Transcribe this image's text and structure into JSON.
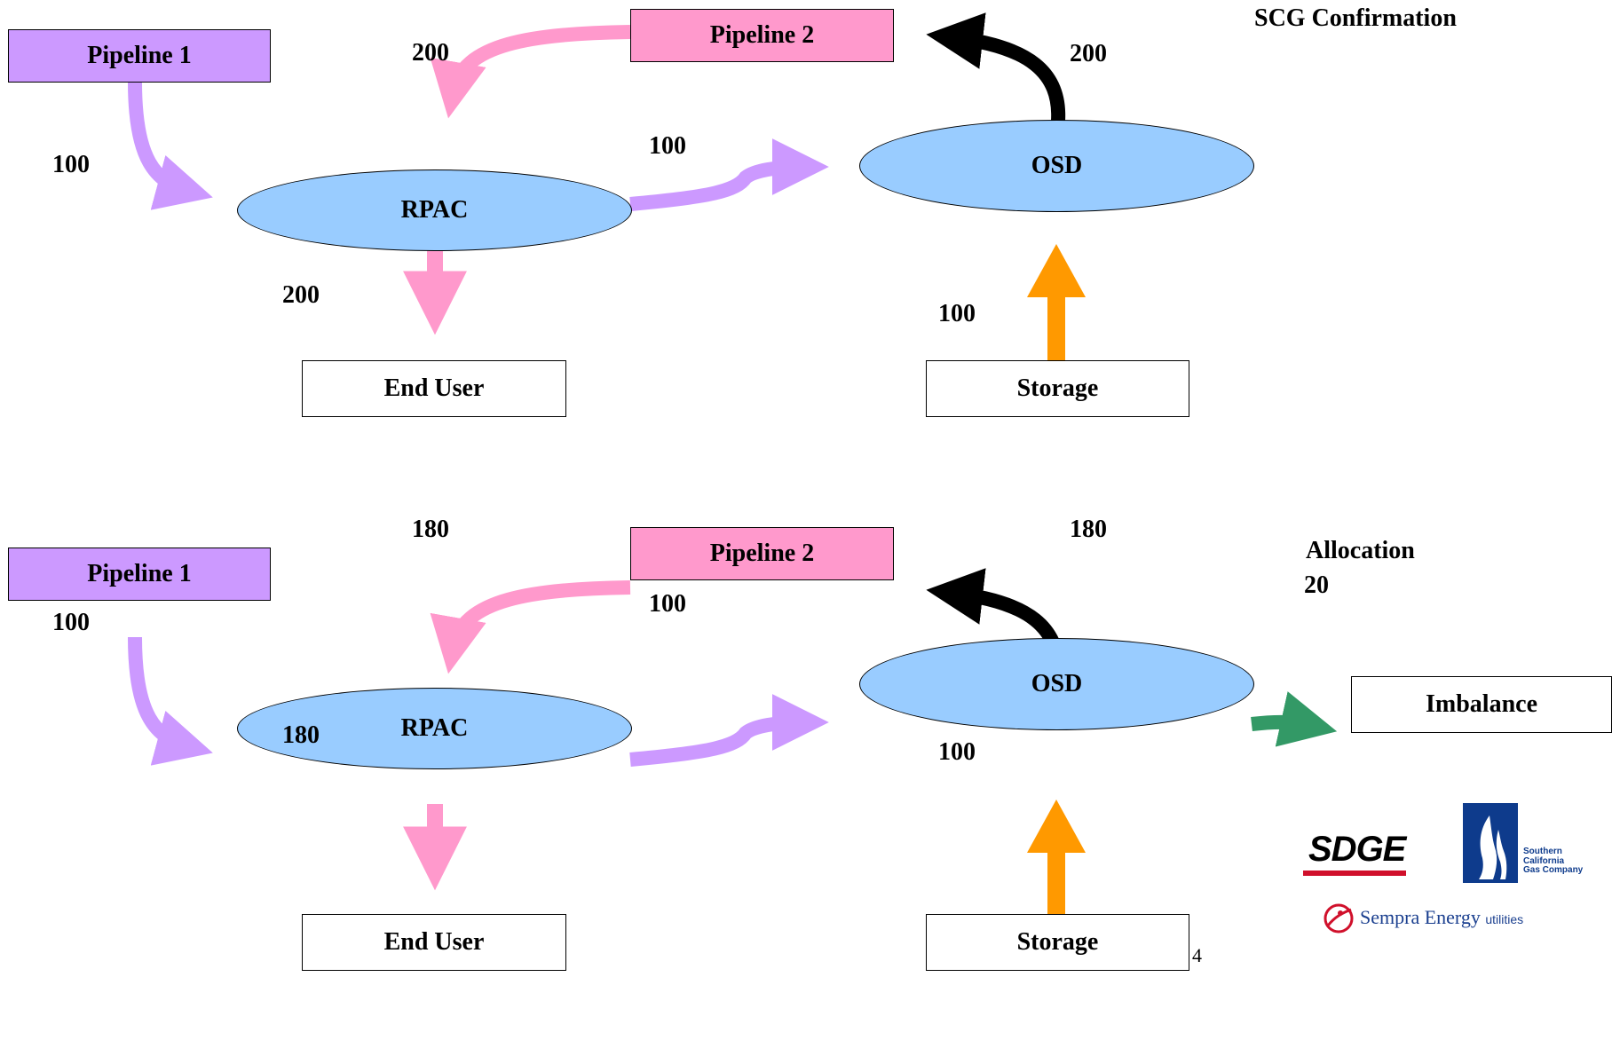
{
  "colors": {
    "purple": "#cc99ff",
    "pink": "#ff99cc",
    "black": "#000000",
    "orange": "#ff9900",
    "green": "#339966",
    "ellipse": "#99ccff"
  },
  "panels": [
    {
      "heading": "SCG Confirmation",
      "nodes": {
        "pipeline1": "Pipeline 1",
        "pipeline2": "Pipeline 2",
        "rpac": "RPAC",
        "osd": "OSD",
        "end_user": "End User",
        "storage": "Storage"
      },
      "flows": {
        "pipeline1_to_rpac": "100",
        "pipeline2_to_rpac": "200",
        "rpac_to_osd": "100",
        "osd_to_pipeline2": "200",
        "rpac_to_end_user": "200",
        "storage_to_osd": "100"
      }
    },
    {
      "heading": "Allocation",
      "nodes": {
        "pipeline1": "Pipeline 1",
        "pipeline2": "Pipeline 2",
        "rpac": "RPAC",
        "osd": "OSD",
        "end_user": "End User",
        "storage": "Storage",
        "imbalance": "Imbalance"
      },
      "flows": {
        "pipeline1_to_rpac": "100",
        "pipeline2_to_rpac": "180",
        "rpac_to_osd": "100",
        "osd_to_pipeline2": "180",
        "rpac_to_end_user": "180",
        "storage_to_osd": "100",
        "osd_to_imbalance": "20"
      }
    }
  ],
  "footer": {
    "page_number": "4",
    "logo_sdge": "SDGE",
    "logo_scg_line1": "Southern",
    "logo_scg_line2": "California",
    "logo_scg_line3": "Gas Company",
    "logo_sempra": "Sempra Energy",
    "logo_sempra_sub": "utilities"
  }
}
